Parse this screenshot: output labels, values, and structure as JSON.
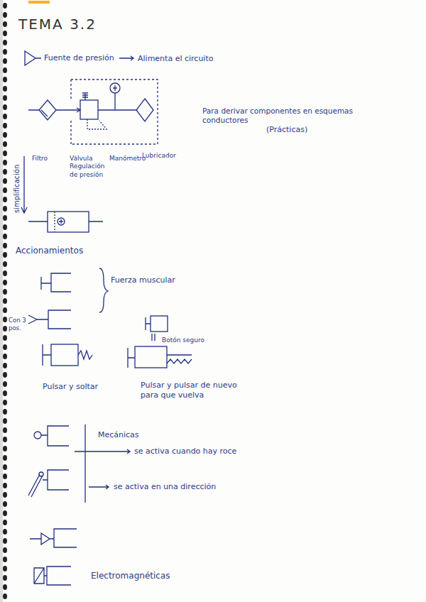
{
  "diagram": {
    "title": "TEMA 3.2",
    "labels": [
      "Fuente de presión",
      "Alimenta el circuito",
      "Para derivar componentes en esquemas conductores",
      "(Prácticas)",
      "Filtro",
      "Válvula Regulación de presión",
      "Manómetro",
      "Lubricador",
      "simplificación",
      "Accionamientos",
      "Fuerza muscular",
      "Con 3 pos.",
      "Botón seguro",
      "Pulsar y soltar",
      "Pulsar y pulsar de nuevo para que vuelva",
      "Mecánicas",
      "se activa cuando hay roce",
      "se activa en una dirección",
      "Electromagnéticas"
    ]
  }
}
